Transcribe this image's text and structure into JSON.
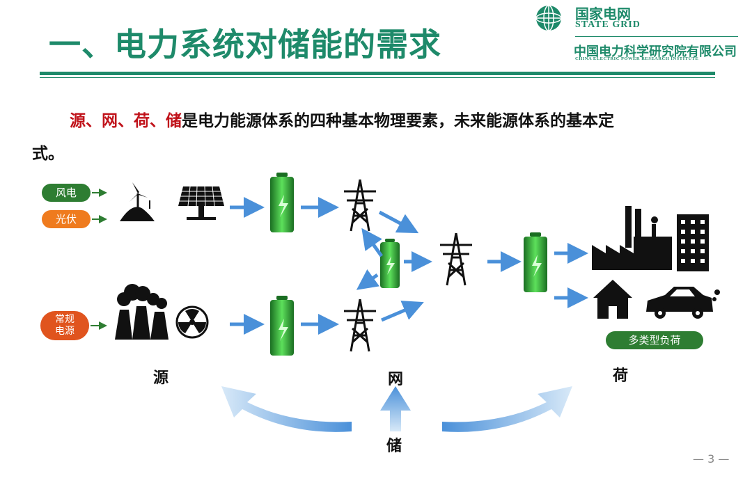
{
  "header": {
    "title": "一、电力系统对储能的需求",
    "brand_cn": "国家电网",
    "brand_en": "STATE GRID",
    "institute_cn": "中国电力科学研究院有限公司",
    "institute_en": "CHINA ELECTRIC POWER RESEARCH INSTITUTE"
  },
  "intro": {
    "highlight": "源、网、荷、储",
    "rest": "是电力能源体系的四种基本物理要素，未来能源体系的基本定",
    "line2": "式。"
  },
  "diagram": {
    "sources": {
      "wind": "风电",
      "pv": "光伏",
      "conventional_1": "常规",
      "conventional_2": "电源"
    },
    "load_label": "多类型负荷",
    "section_labels": {
      "source": "源",
      "grid": "网",
      "load": "荷",
      "storage": "储"
    },
    "colors": {
      "brand_green": "#1e8a6a",
      "accent_red": "#c0121a",
      "arrow_blue": "#4a90d9",
      "battery_green": "#39c43d"
    },
    "icons": [
      "wind-turbine-icon",
      "solar-panel-icon",
      "battery-icon",
      "transmission-tower-icon",
      "power-plant-icon",
      "nuclear-icon",
      "factory-icon",
      "office-building-icon",
      "house-icon",
      "car-icon"
    ]
  },
  "footer": {
    "page_number": "— 3 —"
  }
}
